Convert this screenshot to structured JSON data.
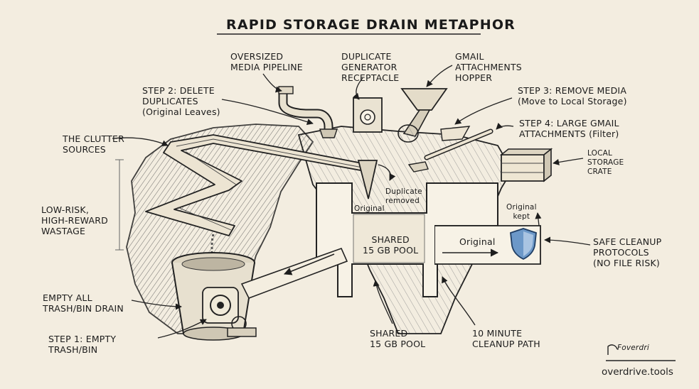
{
  "title": "RAPID STORAGE DRAIN METAPHOR",
  "labels": {
    "oversized_media": [
      "OVERSIZED",
      "MEDIA PIPELINE"
    ],
    "duplicate_generator": [
      "DUPLICATE",
      "GENERATOR",
      "RECEPTACLE"
    ],
    "gmail_hopper": [
      "GMAIL",
      "ATTACHMENTS",
      "HOPPER"
    ],
    "step2": [
      "STEP 2: DELETE",
      "DUPLICATES",
      "(Original Leaves)"
    ],
    "step3": [
      "STEP 3: REMOVE MEDIA",
      "(Move to Local Storage)"
    ],
    "step4": [
      "STEP 4: LARGE GMAIL",
      "ATTACHMENTS (Filter)"
    ],
    "clutter_sources": [
      "THE CLUTTER",
      "SOURCES"
    ],
    "local_storage": [
      "LOCAL",
      "STORAGE",
      "CRATE"
    ],
    "low_risk": [
      "LOW-RISK,",
      "HIGH-REWARD",
      "WASTAGE"
    ],
    "original_in": "Original",
    "duplicate_removed": [
      "Duplicate",
      "removed"
    ],
    "original_kept": [
      "Original",
      "kept"
    ],
    "shared_pool_inner": [
      "SHARED",
      "15 GB POOL"
    ],
    "original_flow": "Original",
    "safe_cleanup": [
      "SAFE CLEANUP",
      "PROTOCOLS",
      "(NO FILE RISK)"
    ],
    "empty_drain": [
      "EMPTY ALL",
      "TRASH/BIN DRAIN"
    ],
    "step1": [
      "STEP 1: EMPTY",
      "TRASH/BIN"
    ],
    "shared_pool_bottom": [
      "SHARED",
      "15 GB POOL"
    ],
    "cleanup_path": [
      "10 MINUTE",
      "CLEANUP PATH"
    ]
  },
  "signature": "Foverdri",
  "brand": "overdrive.tools",
  "colors": {
    "paper": "#f3ede0",
    "ink": "#1d1d1d",
    "shield_blue": "#6c98c8"
  }
}
